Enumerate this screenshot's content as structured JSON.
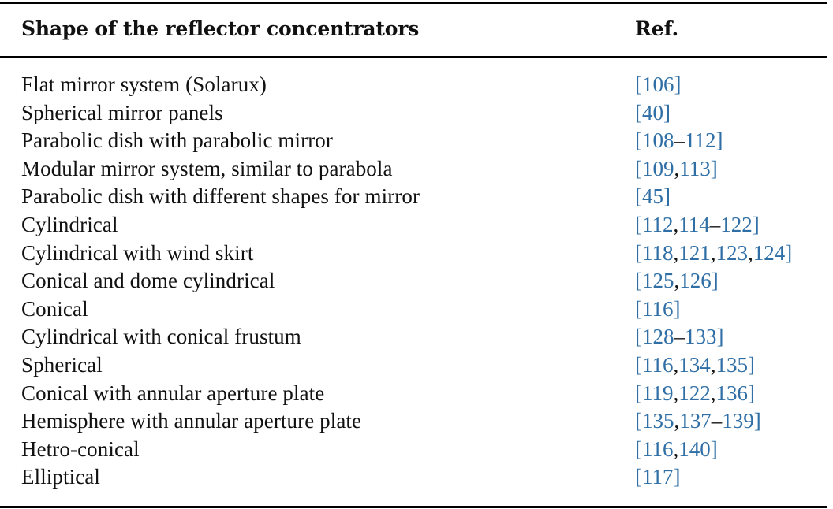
{
  "table": {
    "headers": {
      "shape": "Shape of the reflector concentrators",
      "ref": "Ref."
    },
    "colors": {
      "reference_link": "#2f6fa6",
      "text": "#111111",
      "rule": "#000000"
    },
    "rows": [
      {
        "shape": "Flat mirror system (Solarux)",
        "ref_parts": [
          {
            "t": "[",
            "k": "link"
          },
          {
            "t": "106",
            "k": "link"
          },
          {
            "t": "]",
            "k": "link"
          }
        ]
      },
      {
        "shape": "Spherical mirror panels",
        "ref_parts": [
          {
            "t": "[",
            "k": "link"
          },
          {
            "t": "40",
            "k": "link"
          },
          {
            "t": "]",
            "k": "link"
          }
        ]
      },
      {
        "shape": "Parabolic dish with parabolic mirror",
        "ref_parts": [
          {
            "t": "[",
            "k": "link"
          },
          {
            "t": "108",
            "k": "link"
          },
          {
            "t": "–",
            "k": "sep"
          },
          {
            "t": "112",
            "k": "link"
          },
          {
            "t": "]",
            "k": "link"
          }
        ]
      },
      {
        "shape": "Modular mirror system, similar to parabola",
        "ref_parts": [
          {
            "t": "[",
            "k": "link"
          },
          {
            "t": "109",
            "k": "link"
          },
          {
            "t": ",",
            "k": "sep"
          },
          {
            "t": "113",
            "k": "link"
          },
          {
            "t": "]",
            "k": "link"
          }
        ]
      },
      {
        "shape": "Parabolic dish with different shapes for mirror",
        "ref_parts": [
          {
            "t": "[",
            "k": "link"
          },
          {
            "t": "45",
            "k": "link"
          },
          {
            "t": "]",
            "k": "link"
          }
        ]
      },
      {
        "shape": "Cylindrical",
        "ref_parts": [
          {
            "t": "[",
            "k": "link"
          },
          {
            "t": "112",
            "k": "link"
          },
          {
            "t": ",",
            "k": "sep"
          },
          {
            "t": "114",
            "k": "link"
          },
          {
            "t": "–",
            "k": "sep"
          },
          {
            "t": "122",
            "k": "link"
          },
          {
            "t": "]",
            "k": "link"
          }
        ]
      },
      {
        "shape": "Cylindrical with wind skirt",
        "ref_parts": [
          {
            "t": "[",
            "k": "link"
          },
          {
            "t": "118",
            "k": "link"
          },
          {
            "t": ",",
            "k": "sep"
          },
          {
            "t": "121",
            "k": "link"
          },
          {
            "t": ",",
            "k": "sep"
          },
          {
            "t": "123",
            "k": "link"
          },
          {
            "t": ",",
            "k": "sep"
          },
          {
            "t": "124",
            "k": "link"
          },
          {
            "t": "]",
            "k": "link"
          }
        ]
      },
      {
        "shape": "Conical and dome cylindrical",
        "ref_parts": [
          {
            "t": "[",
            "k": "link"
          },
          {
            "t": "125",
            "k": "link"
          },
          {
            "t": ",",
            "k": "sep"
          },
          {
            "t": "126",
            "k": "link"
          },
          {
            "t": "]",
            "k": "link"
          }
        ]
      },
      {
        "shape": "Conical",
        "ref_parts": [
          {
            "t": "[",
            "k": "link"
          },
          {
            "t": "116",
            "k": "link"
          },
          {
            "t": "]",
            "k": "link"
          }
        ]
      },
      {
        "shape": "Cylindrical with conical frustum",
        "ref_parts": [
          {
            "t": "[",
            "k": "link"
          },
          {
            "t": "128",
            "k": "link"
          },
          {
            "t": "–",
            "k": "sep"
          },
          {
            "t": "133",
            "k": "link"
          },
          {
            "t": "]",
            "k": "link"
          }
        ]
      },
      {
        "shape": "Spherical",
        "ref_parts": [
          {
            "t": "[",
            "k": "link"
          },
          {
            "t": "116",
            "k": "link"
          },
          {
            "t": ",",
            "k": "sep"
          },
          {
            "t": "134",
            "k": "link"
          },
          {
            "t": ",",
            "k": "sep"
          },
          {
            "t": "135",
            "k": "link"
          },
          {
            "t": "]",
            "k": "link"
          }
        ]
      },
      {
        "shape": "Conical with annular aperture plate",
        "ref_parts": [
          {
            "t": "[",
            "k": "link"
          },
          {
            "t": "119",
            "k": "link"
          },
          {
            "t": ",",
            "k": "sep"
          },
          {
            "t": "122",
            "k": "link"
          },
          {
            "t": ",",
            "k": "sep"
          },
          {
            "t": "136",
            "k": "link"
          },
          {
            "t": "]",
            "k": "link"
          }
        ]
      },
      {
        "shape": "Hemisphere with annular aperture plate",
        "ref_parts": [
          {
            "t": "[",
            "k": "link"
          },
          {
            "t": "135",
            "k": "link"
          },
          {
            "t": ",",
            "k": "sep"
          },
          {
            "t": "137",
            "k": "link"
          },
          {
            "t": "–",
            "k": "sep"
          },
          {
            "t": "139",
            "k": "link"
          },
          {
            "t": "]",
            "k": "link"
          }
        ]
      },
      {
        "shape": "Hetro-conical",
        "ref_parts": [
          {
            "t": "[",
            "k": "link"
          },
          {
            "t": "116",
            "k": "link"
          },
          {
            "t": ",",
            "k": "sep"
          },
          {
            "t": "140",
            "k": "link"
          },
          {
            "t": "]",
            "k": "link"
          }
        ]
      },
      {
        "shape": "Elliptical",
        "ref_parts": [
          {
            "t": "[",
            "k": "link"
          },
          {
            "t": "117",
            "k": "link"
          },
          {
            "t": "]",
            "k": "link"
          }
        ]
      }
    ]
  }
}
